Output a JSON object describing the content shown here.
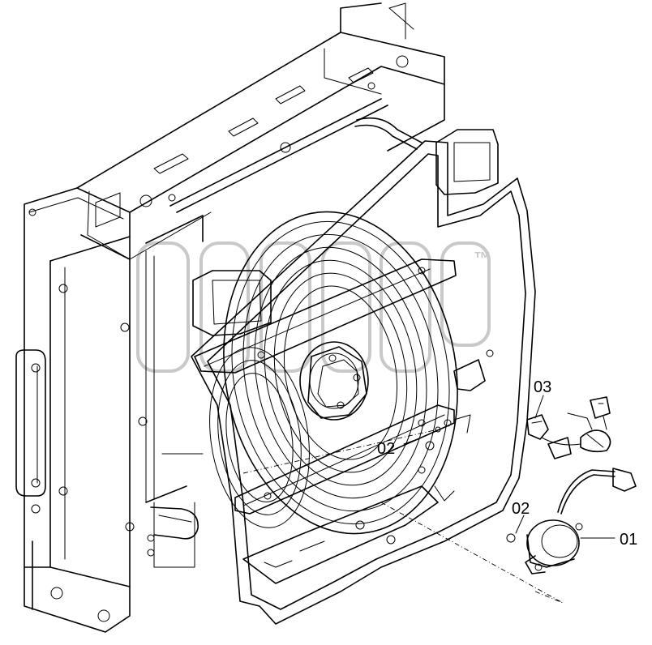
{
  "diagram": {
    "callouts": [
      {
        "id": "callout-01",
        "label": "01"
      },
      {
        "id": "callout-02-upper",
        "label": "02"
      },
      {
        "id": "callout-02-lower",
        "label": "02"
      },
      {
        "id": "callout-03",
        "label": "03"
      }
    ],
    "watermark": {
      "trademark": "™"
    }
  }
}
